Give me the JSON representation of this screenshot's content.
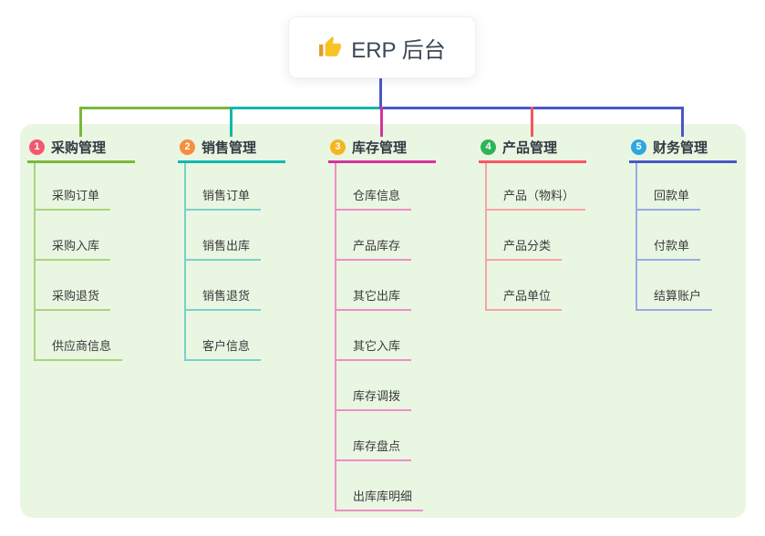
{
  "root": {
    "label": "ERP 后台",
    "icon": "thumbs-up"
  },
  "colors": {
    "panel_bg": "#e9f6e2",
    "root_connector": "#4a56c6",
    "root_text": "#3d4757",
    "thumb_yellow": "#f7c325",
    "thumb_sleeve": "#e09b2d"
  },
  "branches": [
    {
      "badge": "1",
      "label": "采购管理",
      "badge_color": "#f4586e",
      "line_color": "#7ab83a",
      "sub_line_color": "#abd47b",
      "children": [
        "采购订单",
        "采购入库",
        "采购退货",
        "供应商信息"
      ]
    },
    {
      "badge": "2",
      "label": "销售管理",
      "badge_color": "#f78d3f",
      "line_color": "#14b8ac",
      "sub_line_color": "#79d2c9",
      "children": [
        "销售订单",
        "销售出库",
        "销售退货",
        "客户信息"
      ]
    },
    {
      "badge": "3",
      "label": "库存管理",
      "badge_color": "#f6b51e",
      "line_color": "#d3349c",
      "sub_line_color": "#ef8ec6",
      "children": [
        "仓库信息",
        "产品库存",
        "其它出库",
        "其它入库",
        "库存调拨",
        "库存盘点",
        "出库库明细"
      ]
    },
    {
      "badge": "4",
      "label": "产品管理",
      "badge_color": "#2db457",
      "line_color": "#f8555d",
      "sub_line_color": "#f9a2a6",
      "children": [
        "产品（物料）",
        "产品分类",
        "产品单位"
      ]
    },
    {
      "badge": "5",
      "label": "财务管理",
      "badge_color": "#2ea7e0",
      "line_color": "#4a56c6",
      "sub_line_color": "#9aaae2",
      "children": [
        "回款单",
        "付款单",
        "结算账户"
      ]
    }
  ]
}
